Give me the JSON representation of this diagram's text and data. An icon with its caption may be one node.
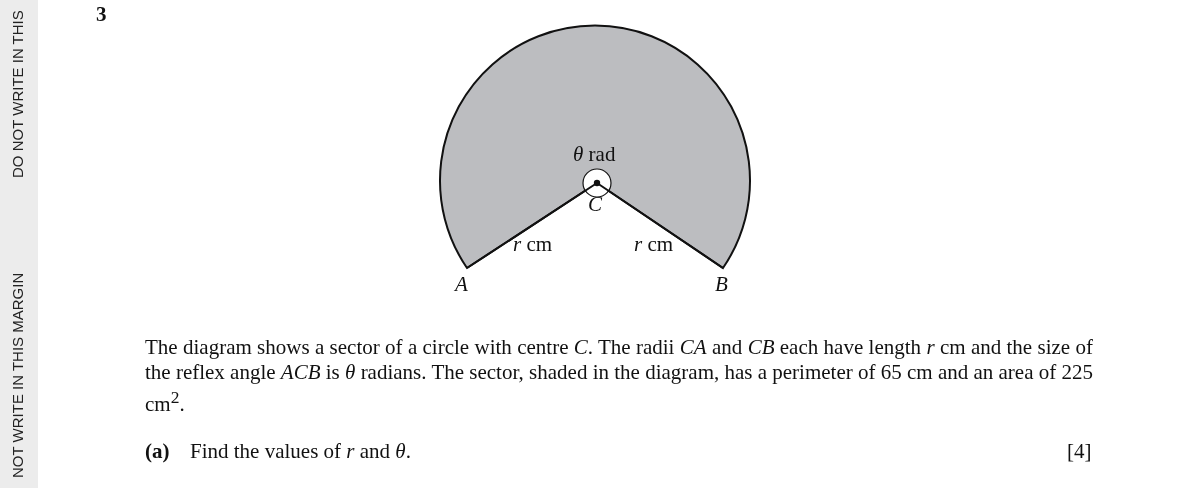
{
  "diagram": {
    "labels": [
      "DO NOT WRITE IN THIS",
      "NOT WRITE IN THIS MARGIN",
      "3",
      "*θ* rad",
      "C",
      "*r* cm",
      "*r* cm",
      "A",
      "B",
      "The diagram shows a sector of a circle with centre *C*. The radii *CA* and *CB* each have length *r* cm and the size of the reflex angle *ACB* is *θ* radians. The sector, shaded in the diagram, has a perimeter of 65 cm and an area of 225 cm$^{2}$.",
      "(a)",
      "Find the values of *r* and *θ*.",
      "[4]"
    ]
  }
}
